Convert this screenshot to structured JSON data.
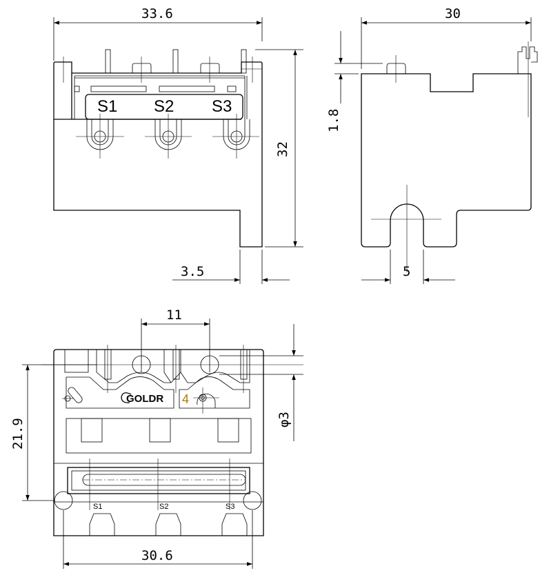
{
  "title": "Relay socket dimension drawing",
  "front_view": {
    "width_dim": "33.6",
    "height_dim": "32",
    "foot_dim": "3.5",
    "terminals": [
      "S1",
      "S2",
      "S3"
    ]
  },
  "side_view": {
    "width_dim": "30",
    "tab_dim": "1.8",
    "slot_dim": "5"
  },
  "bottom_view": {
    "pitch_dim": "11",
    "height_dim": "21.9",
    "hole_dim": "φ3",
    "width_dim": "30.6",
    "marker": "4",
    "logo": "GOLDR",
    "terminals": [
      "S1",
      "S2",
      "S3"
    ]
  },
  "colors": {
    "line": "#000000",
    "marker": "#b07a00"
  }
}
